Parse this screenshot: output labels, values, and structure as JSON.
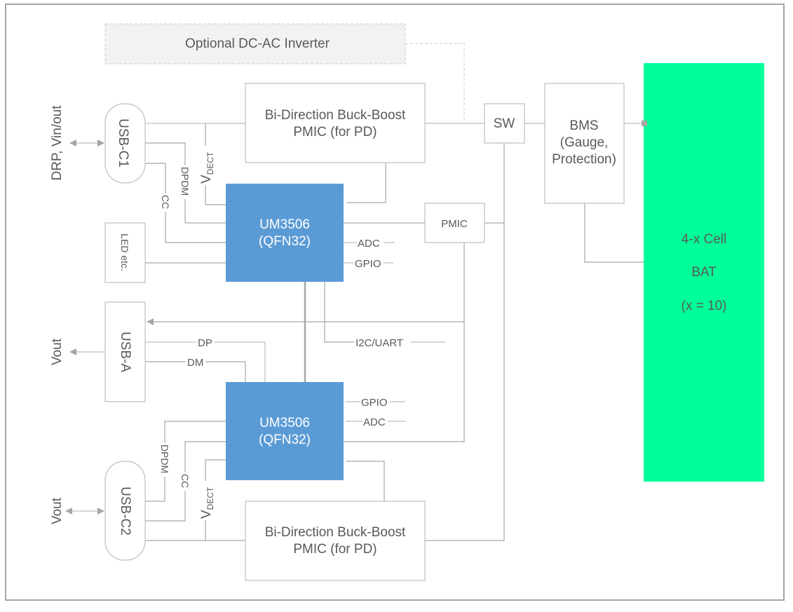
{
  "diagram": {
    "colors": {
      "frame": "#a6a6a6",
      "box_border": "#bfbfbf",
      "chip_fill": "#5b9bd5",
      "battery_fill": "#00ff99",
      "optional_fill": "#f2f2f2",
      "wire": "#a6a6a6",
      "text": "#595959"
    },
    "optional_inverter": "Optional DC-AC Inverter",
    "ports": {
      "usb_c1": "USB-C1",
      "usb_c2": "USB-C2",
      "usb_a": "USB-A",
      "usb_c1_io": "DRP, Vin/out",
      "usb_a_io": "Vout",
      "usb_c2_io": "Vout"
    },
    "led": "LED etc.",
    "pmic_pd_top": {
      "line1": "Bi-Direction Buck-Boost",
      "line2": "PMIC (for PD)"
    },
    "pmic_pd_bottom": {
      "line1": "Bi-Direction Buck-Boost",
      "line2": "PMIC (for PD)"
    },
    "mcu_top": {
      "line1": "UM3506",
      "line2": "(QFN32)"
    },
    "mcu_bottom": {
      "line1": "UM3506",
      "line2": "(QFN32)"
    },
    "pmic": "PMIC",
    "sw": "SW",
    "bms": {
      "line1": "BMS",
      "line2": "(Gauge,",
      "line3": "Protection)"
    },
    "battery": {
      "line1": "4-x Cell",
      "line2": "BAT",
      "line3": "(x = 10)"
    },
    "signals": {
      "vdect_main": "V",
      "vdect_sub": "DECT",
      "dpdm": "DPDM",
      "cc": "CC",
      "adc": "ADC",
      "gpio": "GPIO",
      "i2c_uart": "I2C/UART",
      "dp": "DP",
      "dm": "DM"
    }
  }
}
